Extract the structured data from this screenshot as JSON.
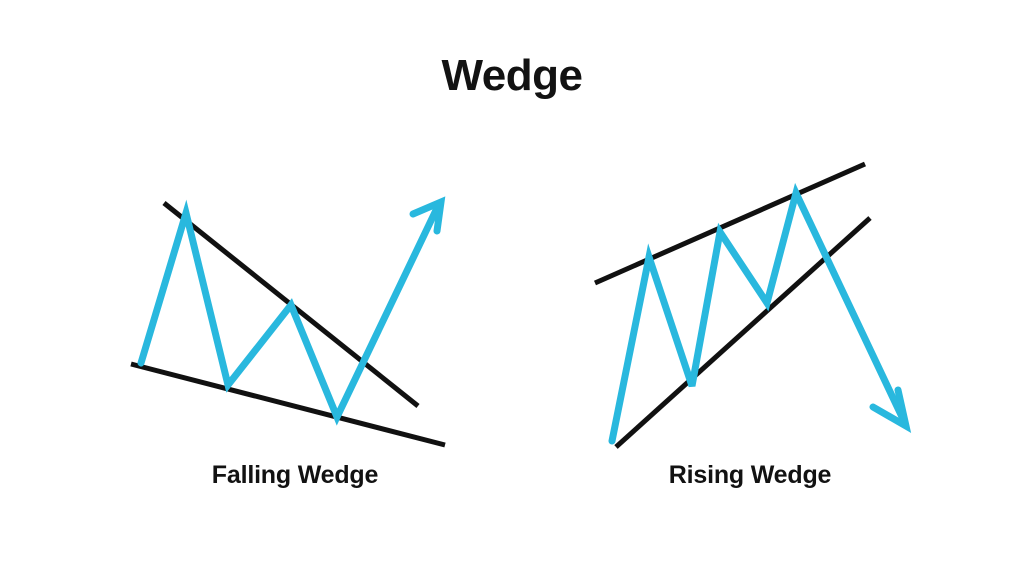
{
  "page": {
    "title": "Wedge",
    "background_color": "#ffffff"
  },
  "colors": {
    "price_line": "#29B8DE",
    "channel_line": "#111111",
    "text": "#121212"
  },
  "style": {
    "price_stroke_width": 7,
    "channel_stroke_width": 5
  },
  "chart_data": {
    "type": "line",
    "title": "Wedge",
    "xlabel": "",
    "ylabel": "",
    "grid": false,
    "legend_position": "none",
    "panels": [
      {
        "id": "falling-wedge",
        "label": "Falling Wedge",
        "breakout_direction": "up",
        "price_points": [
          [
            141,
            363
          ],
          [
            186,
            213
          ],
          [
            228,
            385
          ],
          [
            291,
            305
          ],
          [
            337,
            417
          ],
          [
            438,
            206
          ]
        ],
        "arrow_head": {
          "tip": [
            441,
            202
          ],
          "barb_left": [
            413,
            214
          ],
          "barb_right": [
            437,
            231
          ]
        },
        "resistance_line": [
          [
            164,
            203
          ],
          [
            418,
            406
          ]
        ],
        "support_line": [
          [
            131,
            364
          ],
          [
            445,
            445
          ]
        ]
      },
      {
        "id": "rising-wedge",
        "label": "Rising Wedge",
        "breakout_direction": "down",
        "price_points": [
          [
            612,
            441
          ],
          [
            649,
            257
          ],
          [
            692,
            386
          ],
          [
            720,
            232
          ],
          [
            767,
            303
          ],
          [
            796,
            193
          ],
          [
            903,
            419
          ]
        ],
        "arrow_head": {
          "tip": [
            906,
            426
          ],
          "barb_left": [
            873,
            407
          ],
          "barb_right": [
            898,
            390
          ]
        },
        "resistance_line": [
          [
            595,
            283
          ],
          [
            865,
            164
          ]
        ],
        "support_line": [
          [
            616,
            447
          ],
          [
            870,
            218
          ]
        ]
      }
    ]
  },
  "captions": {
    "left": "Falling Wedge",
    "right": "Rising Wedge"
  }
}
